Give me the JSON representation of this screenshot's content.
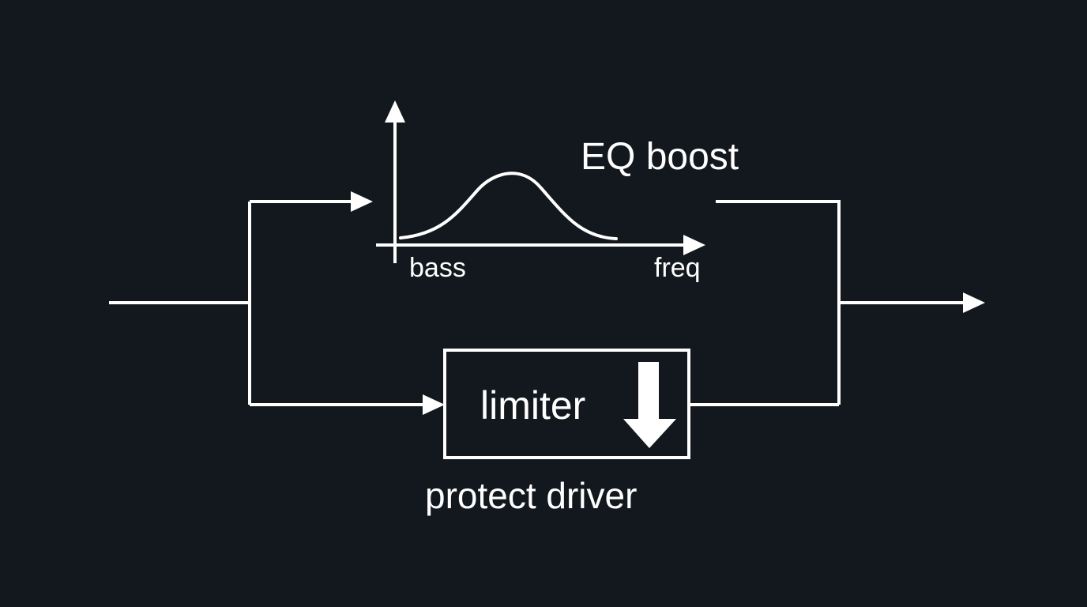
{
  "diagram": {
    "colors": {
      "background": "#13181e",
      "stroke": "#ffffff",
      "text": "#ffffff"
    },
    "eq": {
      "label": "EQ boost",
      "x_axis_label": "freq",
      "low_label": "bass"
    },
    "limiter": {
      "label": "limiter",
      "caption": "protect driver",
      "icon": "down-arrow-icon"
    }
  }
}
